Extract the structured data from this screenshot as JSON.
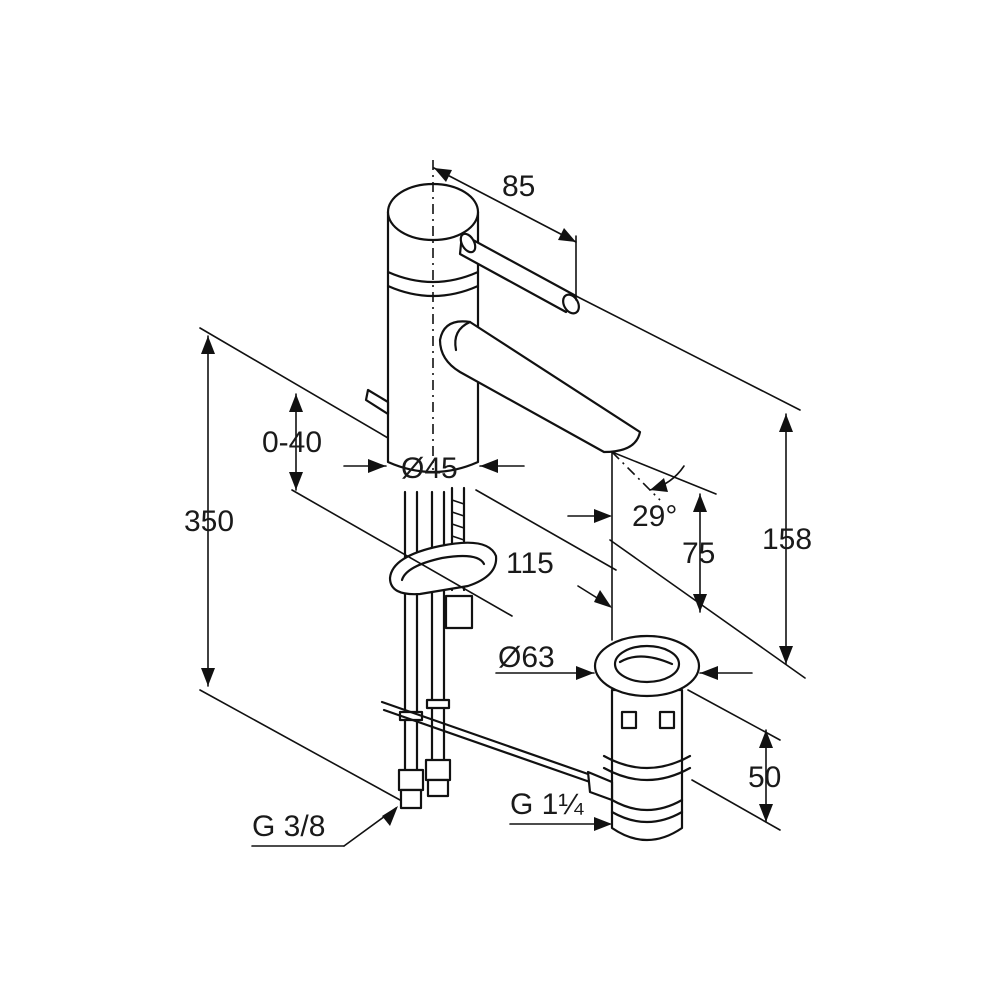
{
  "diagram": {
    "dimensions": {
      "reach_top": "85",
      "adjust_range": "0-40",
      "body_diameter": "Ø45",
      "height_total": "350",
      "spout_angle": "29°",
      "spout_height": "75",
      "spout_projection": "115",
      "overall_height": "158",
      "waste_diameter": "Ø63",
      "waste_height": "50",
      "hose_thread": "G 3/8",
      "waste_thread": "G 1¼"
    }
  }
}
